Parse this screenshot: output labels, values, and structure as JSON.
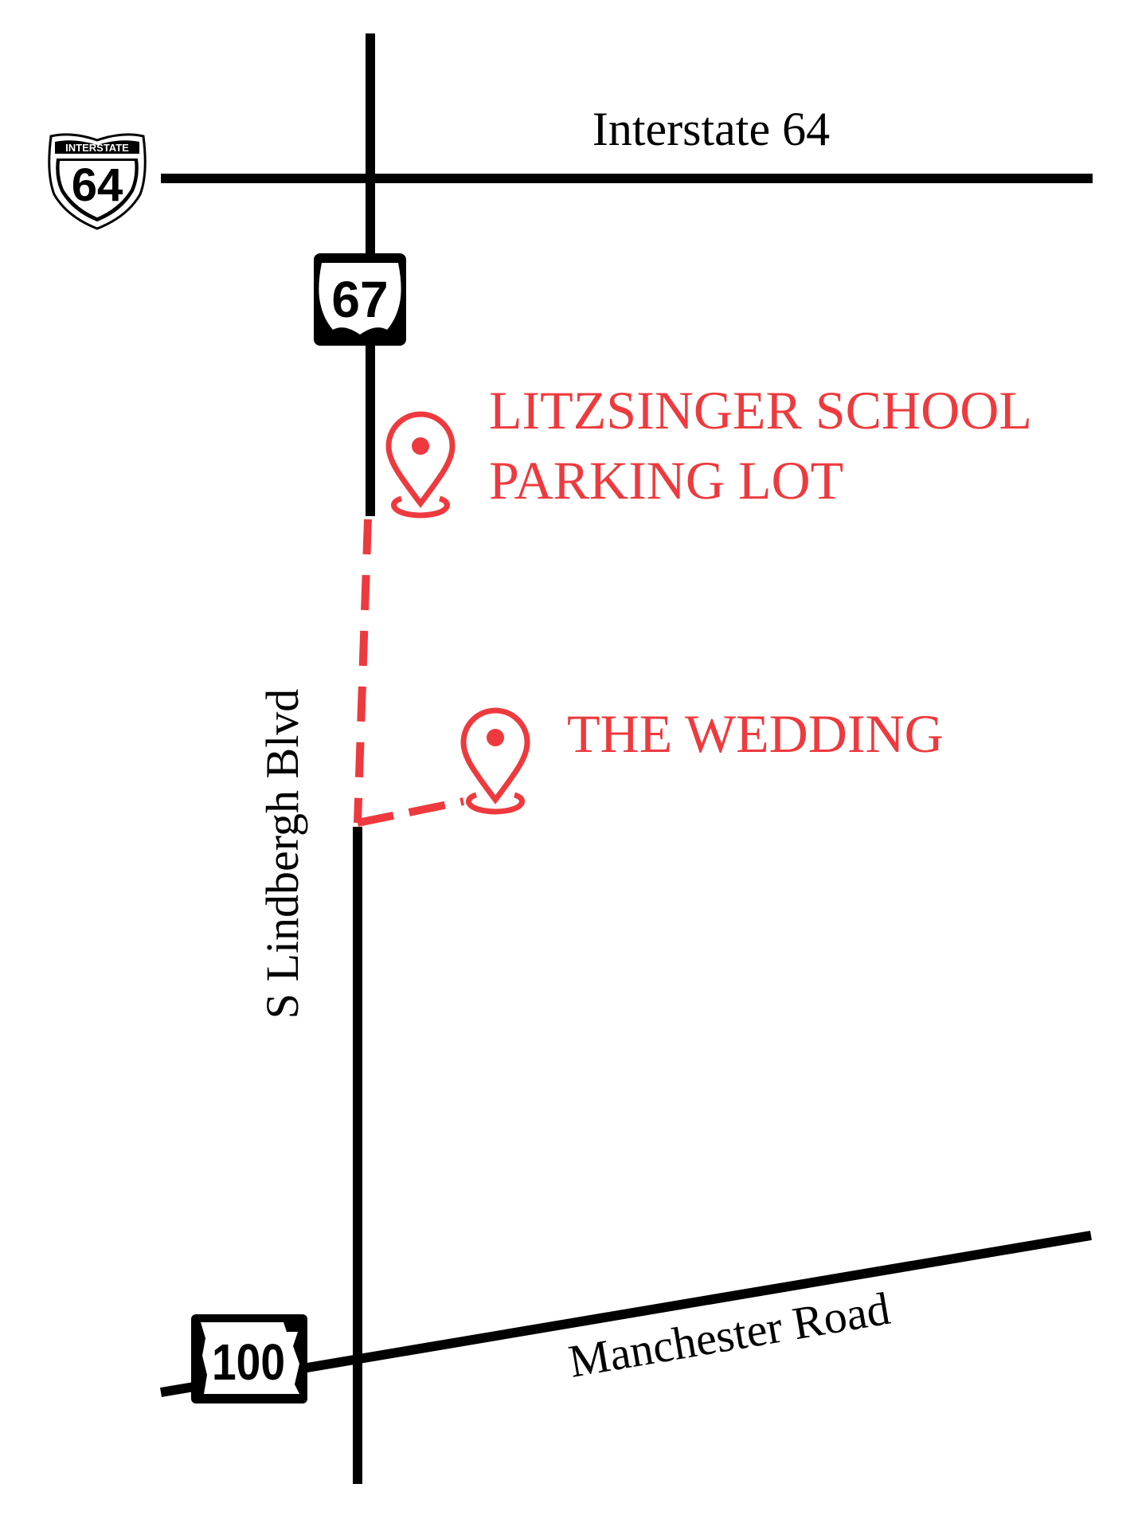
{
  "colors": {
    "road": "#000000",
    "route": "#ee3a3e",
    "background": "#ffffff"
  },
  "roads": {
    "interstate_64": {
      "label": "Interstate 64"
    },
    "lindbergh": {
      "label": "S Lindbergh Blvd"
    },
    "manchester": {
      "label": "Manchester Road"
    }
  },
  "shields": {
    "interstate": {
      "header": "INTERSTATE",
      "number": "64",
      "icon": "interstate-shield-icon"
    },
    "us_route": {
      "number": "67",
      "icon": "us-route-shield-icon"
    },
    "state_route": {
      "number": "100",
      "icon": "missouri-route-shield-icon"
    }
  },
  "locations": [
    {
      "line1": "LITZSINGER SCHOOL",
      "line2": "PARKING LOT",
      "icon": "map-pin-icon"
    },
    {
      "line1": "THE WEDDING",
      "icon": "map-pin-icon"
    }
  ]
}
